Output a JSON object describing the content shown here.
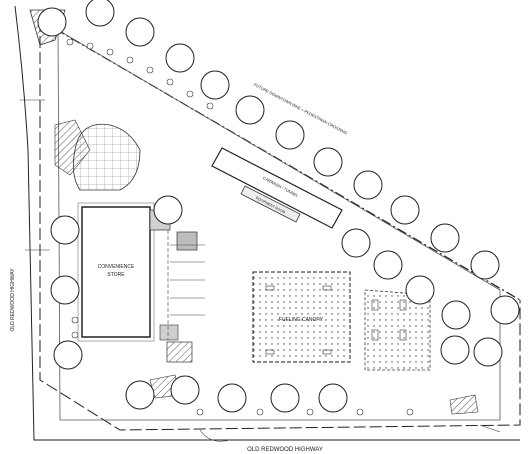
{
  "labels": {
    "street_left": "OLD REDWOOD HIGHWAY",
    "street_bottom": "OLD REDWOOD HIGHWAY",
    "building_line1": "CONVENIENCE",
    "building_line2": "STORE",
    "canopy": "FUELING CANOPY",
    "carwash": "CARWASH / TUNNEL",
    "carwash_sub": "EQUIPMENT ROOM",
    "diagonal_note": "FUTURE DOWNTOWN BIKE + PEDESTRIAN CROSSING"
  },
  "colors": {
    "line": "#222222",
    "hatch": "#555555",
    "shade": "#b8b8b8"
  }
}
